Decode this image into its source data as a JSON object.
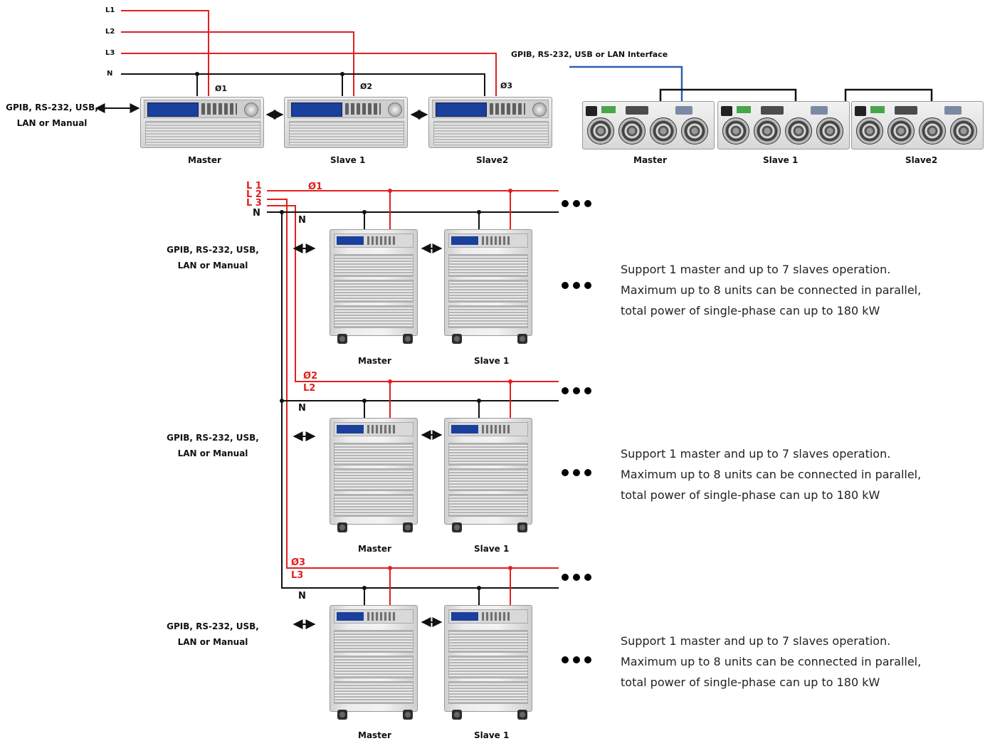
{
  "top_left": {
    "lines": [
      "L1",
      "L2",
      "L3",
      "N"
    ],
    "phases": [
      "Ø1",
      "Ø2",
      "Ø3"
    ],
    "interface": "GPIB, RS-232, USB, LAN or Manual",
    "units": [
      "Master",
      "Slave 1",
      "Slave2"
    ]
  },
  "top_right": {
    "interface": "GPIB, RS-232, USB or LAN Interface",
    "units": [
      "Master",
      "Slave 1",
      "Slave2"
    ]
  },
  "groups": [
    {
      "line_labels": [
        "L 1",
        "L 2",
        "L 3"
      ],
      "phase": "Ø1",
      "neutral": "N",
      "interface": "GPIB, RS-232, USB, LAN or Manual",
      "units": [
        "Master",
        "Slave 1"
      ],
      "note": [
        "Support 1 master and up to 7 slaves operation.",
        "Maximum up to 8 units can be connected in parallel,",
        "total power of single-phase can up to 180 kW"
      ]
    },
    {
      "phase": "Ø2",
      "line": "L2",
      "neutral": "N",
      "interface": "GPIB, RS-232, USB, LAN or Manual",
      "units": [
        "Master",
        "Slave 1"
      ],
      "note": [
        "Support 1 master and up to 7 slaves operation.",
        "Maximum up to 8 units can be connected in parallel,",
        "total power of single-phase can up to 180 kW"
      ]
    },
    {
      "phase": "Ø3",
      "line": "L3",
      "neutral": "N",
      "interface": "GPIB, RS-232, USB, LAN or Manual",
      "units": [
        "Master",
        "Slave 1"
      ],
      "note": [
        "Support 1 master and up to 7 slaves operation.",
        "Maximum up to 8 units can be connected in parallel,",
        "total power of single-phase can up to 180 kW"
      ]
    }
  ],
  "colors": {
    "phase_wire": "#e02020",
    "neutral_wire": "#111111",
    "interface_wire": "#2f5fb3"
  }
}
